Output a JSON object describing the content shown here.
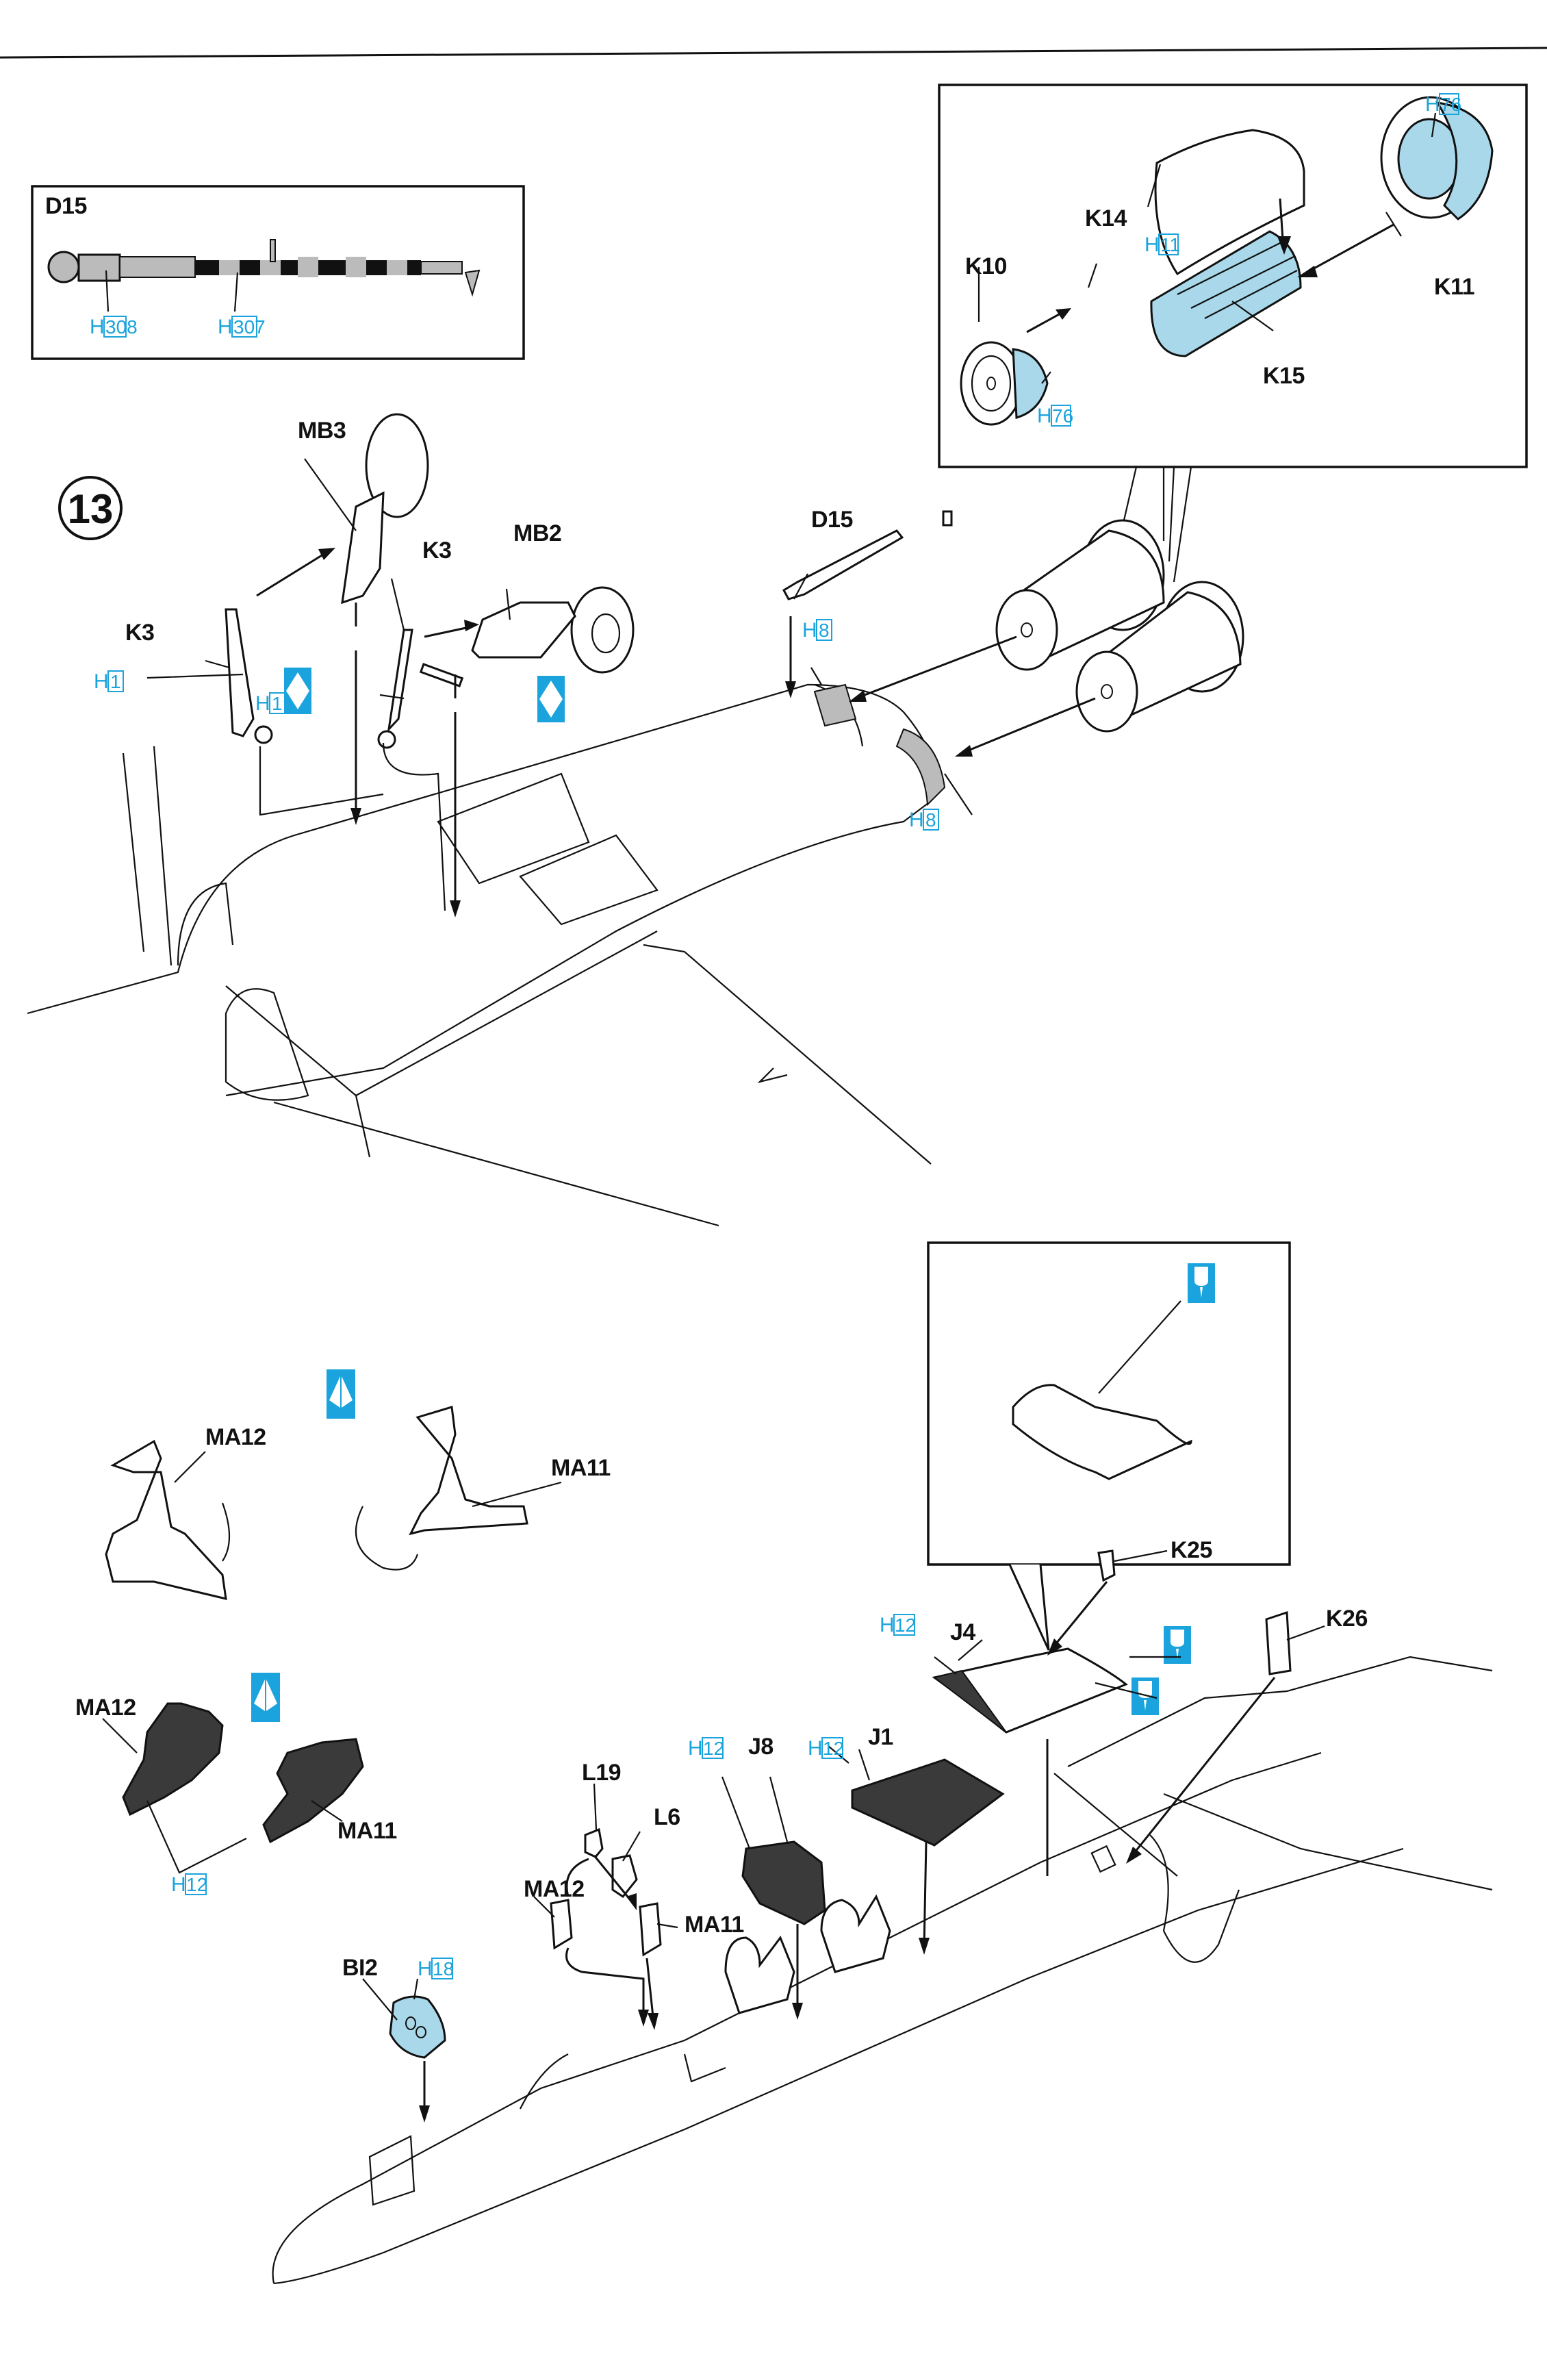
{
  "step": {
    "number": "13"
  },
  "detail_d15": {
    "title": "D15",
    "paint_refs": [
      {
        "prefix": "H",
        "code": "308"
      },
      {
        "prefix": "H",
        "code": "307"
      }
    ]
  },
  "detail_engine": {
    "parts": {
      "k14": "K14",
      "k10": "K10",
      "k11": "K11",
      "k15": "K15"
    },
    "paint_refs": [
      {
        "prefix": "H",
        "code": "76"
      },
      {
        "prefix": "H",
        "code": "11"
      },
      {
        "prefix": "H",
        "code": "76"
      }
    ]
  },
  "main_gear": {
    "parts": {
      "mb3": "MB3",
      "mb2": "MB2",
      "k3_left": "K3",
      "k3_right": "K3",
      "d15": "D15"
    },
    "paint_refs": [
      {
        "prefix": "H",
        "code": "1"
      },
      {
        "prefix": "H",
        "code": "1"
      },
      {
        "prefix": "H",
        "code": "8"
      },
      {
        "prefix": "H",
        "code": "8"
      }
    ],
    "symbols": [
      "symmetric-diamond",
      "symmetric-diamond"
    ]
  },
  "cockpit": {
    "seats_light": {
      "ma12": "MA12",
      "ma11": "MA11"
    },
    "seats_dark": {
      "ma12": "MA12",
      "ma11": "MA11",
      "paint": {
        "prefix": "H",
        "code": "12"
      }
    },
    "parts": {
      "l19": "L19",
      "l6": "L6",
      "ma12": "MA12",
      "ma11": "MA11",
      "j8": "J8",
      "j1": "J1",
      "j4": "J4",
      "k25": "K25",
      "k26": "K26",
      "bi2": "BI2"
    },
    "paint_refs": {
      "j8": {
        "prefix": "H",
        "code": "12"
      },
      "j1": {
        "prefix": "H",
        "code": "12"
      },
      "j4": {
        "prefix": "H",
        "code": "12"
      },
      "bi2": {
        "prefix": "H",
        "code": "18"
      }
    },
    "symbols": [
      "fold-chevron",
      "fold-chevron",
      "drill-hole",
      "drill-hole",
      "drill-hole"
    ]
  },
  "colors": {
    "accent": "#1aa3dc",
    "clear_blue": "#a9d8ea",
    "ink": "#111111"
  }
}
